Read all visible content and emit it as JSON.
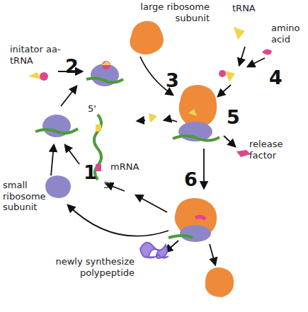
{
  "diagram": {
    "labels": [
      "large ribosome subunit",
      "tRNA",
      "amino acid",
      "initator aa-tRNA",
      "2",
      "3",
      "4",
      "5",
      "mRNA",
      "5'",
      "3'",
      "1",
      "6",
      "release factor",
      "small ribosome subunit",
      "newly synthesize polypeptide"
    ]
  }
}
